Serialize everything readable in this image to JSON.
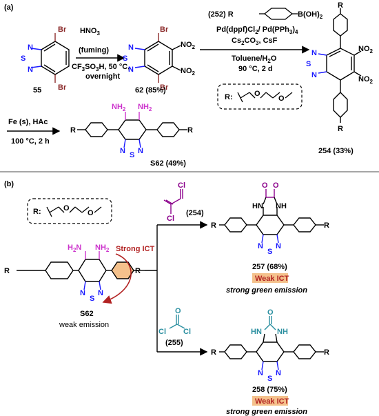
{
  "panel_a": {
    "label": "(a)",
    "compound_55": {
      "number": "55",
      "br1": "Br",
      "br2": "Br",
      "n1": "N",
      "s": "S",
      "n2": "N"
    },
    "step1": {
      "reagent1": "HNO",
      "reagent1_sub": "3",
      "reagent1b": "(fuming)",
      "cond1": "CF",
      "cond1_sub": "3",
      "cond1b": "SO",
      "cond1b_sub": "3",
      "cond1c": "H, 50 °C,",
      "cond2": "overnight"
    },
    "compound_62": {
      "label": "62 (85%)",
      "br1": "Br",
      "br2": "Br",
      "no2a": "NO",
      "no2b": "NO",
      "sub": "2"
    },
    "step2": {
      "reagent_prefix": "(252) R",
      "boronic": "B(OH)",
      "boronic_sub": "2",
      "catalyst": "Pd(dppf)Cl",
      "catalyst_sub": "2",
      "catalyst2": "/ Pd(PPh",
      "catalyst2_sub": "3",
      "catalyst2_end": ")",
      "catalyst2_sub2": "4",
      "base": "Cs",
      "base_sub": "2",
      "base2": "CO",
      "base2_sub": "3",
      "base3": ", CsF",
      "solvent": "Toluene/H",
      "solvent_sub": "2",
      "solvent_end": "O",
      "cond": "90 °C, 2 d"
    },
    "r_def": "R:",
    "compound_254": {
      "label": "254 (33%)",
      "r_top": "R",
      "r_bottom": "R"
    },
    "step3": {
      "reagent": "Fe (s), HAc",
      "cond": "100 °C, 2 h"
    },
    "compound_S62": {
      "label": "S62 (49%)",
      "nh2a": "NH",
      "nh2b": "NH",
      "sub": "2",
      "r_left": "R",
      "r_right": "R"
    }
  },
  "panel_b": {
    "label": "(b)",
    "r_def": "R:",
    "compound_S62": {
      "label": "S62",
      "caption": "weak emission",
      "ict": "Strong ICT",
      "h2n": "H",
      "h2n_sub": "2",
      "h2n_end": "N",
      "nh2": "NH",
      "nh2_sub": "2",
      "r_left": "R",
      "r_right": "R"
    },
    "oxalyl": {
      "label": "(254)",
      "cl1": "Cl",
      "cl2": "Cl"
    },
    "phosgene": {
      "label": "(255)",
      "cl1": "Cl",
      "cl2": "Cl"
    },
    "compound_257": {
      "label": "257 (68%)",
      "ict": "Weak ICT",
      "caption": "strong green emission",
      "hn": "HN",
      "nh": "NH",
      "n_left": "N",
      "n_right": "N",
      "r_left": "R",
      "r_right": "R"
    },
    "compound_258": {
      "label": "258 (75%)",
      "ict": "Weak ICT",
      "caption": "strong green emission",
      "hn": "HN",
      "nh": "NH",
      "r_left": "R",
      "r_right": "R"
    }
  },
  "colors": {
    "bromine": "#8b2a2a",
    "nitro": "#000000",
    "amine": "#cc33cc",
    "thiadiazole": "#1a1aff",
    "oxalyl": "#8b008b",
    "phosgene": "#2a8fa0",
    "ict_red": "#b22222",
    "highlight": "#f4c18c"
  }
}
